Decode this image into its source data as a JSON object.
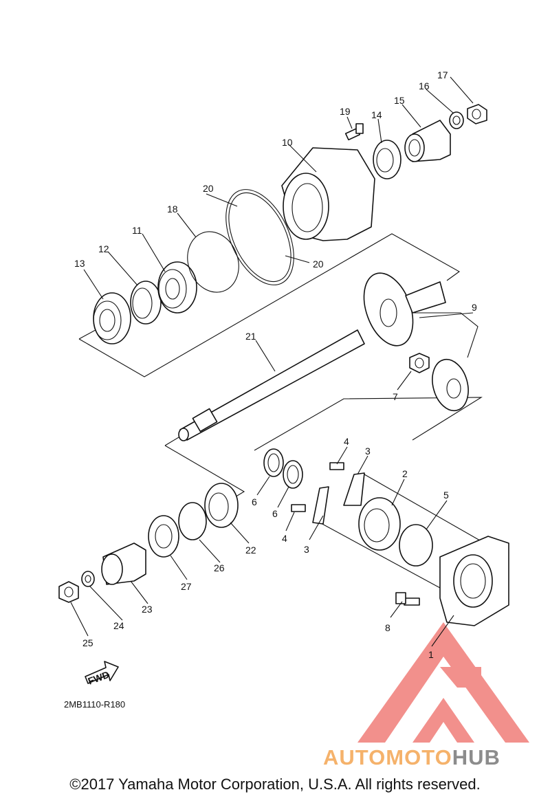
{
  "diagram": {
    "code": "2MB1110-R180",
    "fwd_label": "FWD",
    "callouts": [
      "1",
      "2",
      "3",
      "3",
      "4",
      "4",
      "5",
      "6",
      "6",
      "7",
      "8",
      "9",
      "10",
      "11",
      "12",
      "13",
      "14",
      "15",
      "16",
      "17",
      "18",
      "19",
      "20",
      "20",
      "21",
      "22",
      "23",
      "24",
      "25",
      "26",
      "27"
    ]
  },
  "watermark": {
    "part1": "AUTOMOTO",
    "part2": "HUB",
    "color1": "#f5b26b",
    "color2": "#8c8c8c",
    "logo_color": "#ee6b66"
  },
  "footer": {
    "copyright": "©2017 Yamaha Motor Corporation, U.S.A. All rights reserved."
  }
}
